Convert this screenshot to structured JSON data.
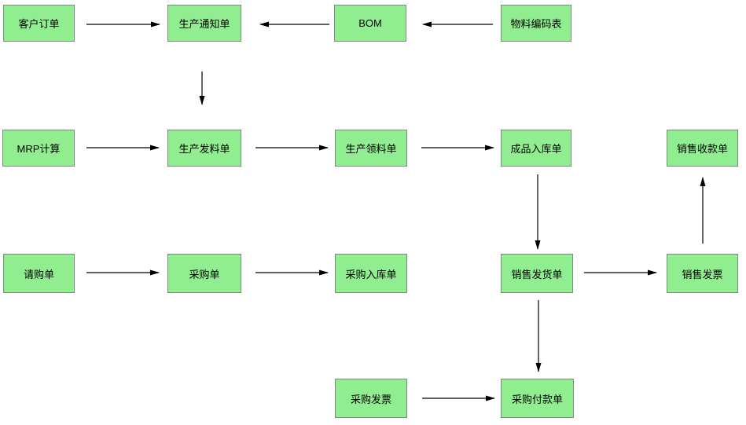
{
  "diagram": {
    "type": "flowchart",
    "colors": {
      "node_fill": "#90EE90",
      "node_border": "#7d8c7d",
      "arrow": "#000000",
      "background": "#ffffff"
    },
    "nodes": {
      "customer_order": {
        "label": "客户订单"
      },
      "production_notice": {
        "label": "生产通知单"
      },
      "bom": {
        "label": "BOM"
      },
      "material_code_table": {
        "label": "物料编码表"
      },
      "mrp_calculation": {
        "label": "MRP计算"
      },
      "production_issue": {
        "label": "生产发料单"
      },
      "production_picking": {
        "label": "生产领料单"
      },
      "finished_goods_receipt": {
        "label": "成品入库单"
      },
      "sales_receipt": {
        "label": "销售收款单"
      },
      "purchase_requisition": {
        "label": "请购单"
      },
      "purchase_order": {
        "label": "采购单"
      },
      "purchase_receipt": {
        "label": "采购入库单"
      },
      "sales_delivery": {
        "label": "销售发货单"
      },
      "sales_invoice": {
        "label": "销售发票"
      },
      "purchase_invoice": {
        "label": "采购发票"
      },
      "purchase_payment": {
        "label": "采购付款单"
      }
    },
    "edges": [
      {
        "from": "customer_order",
        "to": "production_notice"
      },
      {
        "from": "bom",
        "to": "production_notice"
      },
      {
        "from": "material_code_table",
        "to": "bom"
      },
      {
        "from": "production_notice",
        "to": "production_issue"
      },
      {
        "from": "mrp_calculation",
        "to": "production_issue"
      },
      {
        "from": "production_issue",
        "to": "production_picking"
      },
      {
        "from": "production_picking",
        "to": "finished_goods_receipt"
      },
      {
        "from": "finished_goods_receipt",
        "to": "sales_delivery"
      },
      {
        "from": "purchase_requisition",
        "to": "purchase_order"
      },
      {
        "from": "purchase_order",
        "to": "purchase_receipt"
      },
      {
        "from": "sales_delivery",
        "to": "sales_invoice"
      },
      {
        "from": "sales_invoice",
        "to": "sales_receipt"
      },
      {
        "from": "sales_delivery",
        "to": "purchase_payment"
      },
      {
        "from": "purchase_invoice",
        "to": "purchase_payment"
      }
    ]
  }
}
